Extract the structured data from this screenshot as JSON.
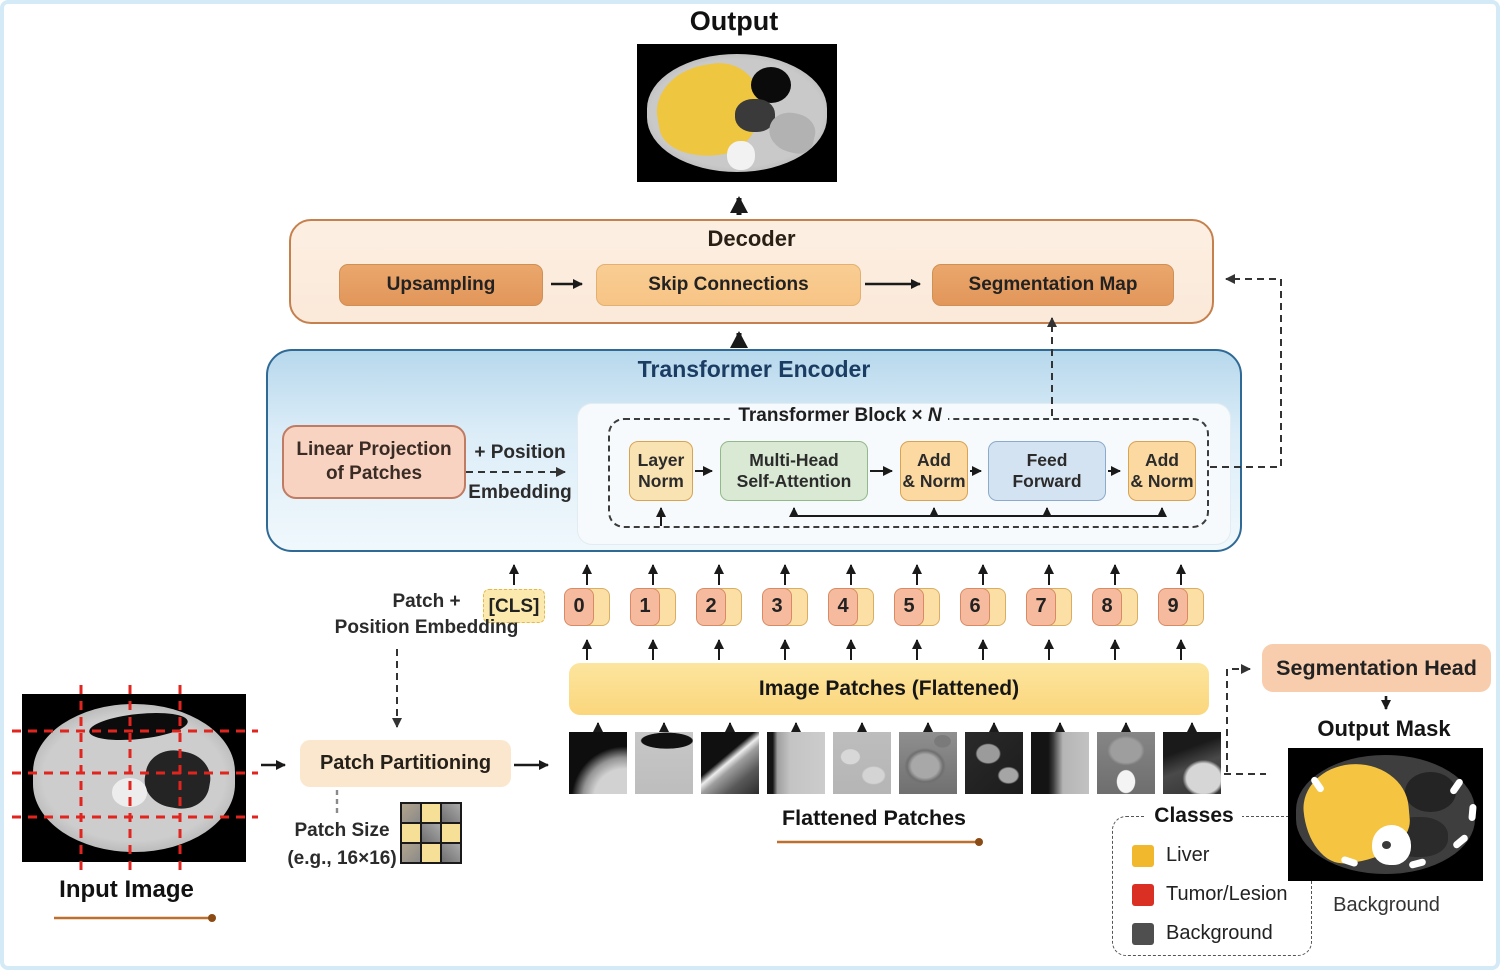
{
  "output_section": {
    "title": "Output"
  },
  "decoder": {
    "title": "Decoder",
    "upsampling": "Upsampling",
    "skip_connections": "Skip Connections",
    "segmentation_map": "Segmentation Map"
  },
  "encoder": {
    "title": "Transformer Encoder",
    "linear_projection": [
      "Linear Projection",
      "of Patches"
    ],
    "position_embedding": [
      "+ Position",
      "Embedding"
    ],
    "block_label": "Transformer Block ×",
    "block_repeat": "N",
    "layer_norm": [
      "Layer",
      "Norm"
    ],
    "self_attention": [
      "Multi-Head",
      "Self-Attention"
    ],
    "add_norm_1": [
      "Add",
      "& Norm"
    ],
    "feed_forward": [
      "Feed",
      "Forward"
    ],
    "add_norm_2": [
      "Add",
      "& Norm"
    ]
  },
  "tokens": {
    "cls": "[CLS]",
    "ids": [
      "0",
      "1",
      "2",
      "3",
      "4",
      "5",
      "6",
      "7",
      "8",
      "9"
    ]
  },
  "embedding_note": [
    "Patch +",
    "Position Embedding"
  ],
  "patch_flow": {
    "bar_label": "Image Patches (Flattened)",
    "flattened_label": "Flattened Patches",
    "partitioning": "Patch Partitioning",
    "patch_size": [
      "Patch Size",
      "(e.g., 16×16)"
    ],
    "input_label": "Input Image"
  },
  "segmentation": {
    "head": "Segmentation Head",
    "mask_title": "Output Mask",
    "background_caption": "Background"
  },
  "classes": {
    "title": "Classes",
    "items": [
      {
        "label": "Liver",
        "color": "#f2b82d"
      },
      {
        "label": "Tumor/Lesion",
        "color": "#da2f23"
      },
      {
        "label": "Background",
        "color": "#4f4f4f"
      }
    ]
  },
  "colors": {
    "decoder_border": "#c5804e",
    "decoder_item_dark": "#e49c61",
    "decoder_item_light": "#f9c98d",
    "encoder_border": "#2f6a96",
    "token_salmon": "#f6bb9e",
    "token_yellow": "#fbdfa4",
    "bar_yellow": "#fbd87e",
    "liver_yellow": "#f0c23c",
    "grid_red": "#e2241f"
  }
}
